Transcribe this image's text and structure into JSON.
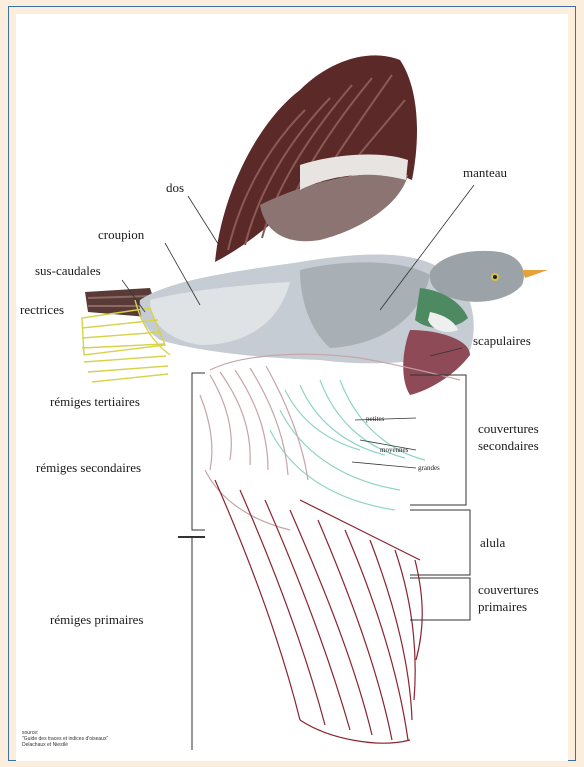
{
  "labels": {
    "dos": "dos",
    "croupion": "croupion",
    "sus_caudales": "sus-caudales",
    "rectrices": "rectrices",
    "manteau": "manteau",
    "scapulaires": "scapulaires",
    "remiges_tertiaires": "rémiges tertiaires",
    "remiges_secondaires": "rémiges secondaires",
    "remiges_primaires": "rémiges primaires",
    "couvertures_secondaires_1": "couvertures",
    "couvertures_secondaires_2": "secondaires",
    "petites": "petites",
    "moyennes": "moyennes",
    "grandes": "grandes",
    "alula": "alula",
    "couvertures_primaires_1": "couvertures",
    "couvertures_primaires_2": "primaires"
  },
  "source": {
    "line1": "source:",
    "line2": "\"Guide des traces et indices d'oiseaux\"",
    "line3": "Delachaux et Niestlé"
  },
  "colors": {
    "background": "#fbeedd",
    "frame": "#3d6fa6",
    "rectrices_outline": "#d6d34a",
    "covert_outline": "#8fd4c6",
    "primary_outline": "#8a2430",
    "secondary_outline": "#c6a4a8",
    "wing_dark": "#5b2a28",
    "body_grey": "#c5ccd3"
  }
}
